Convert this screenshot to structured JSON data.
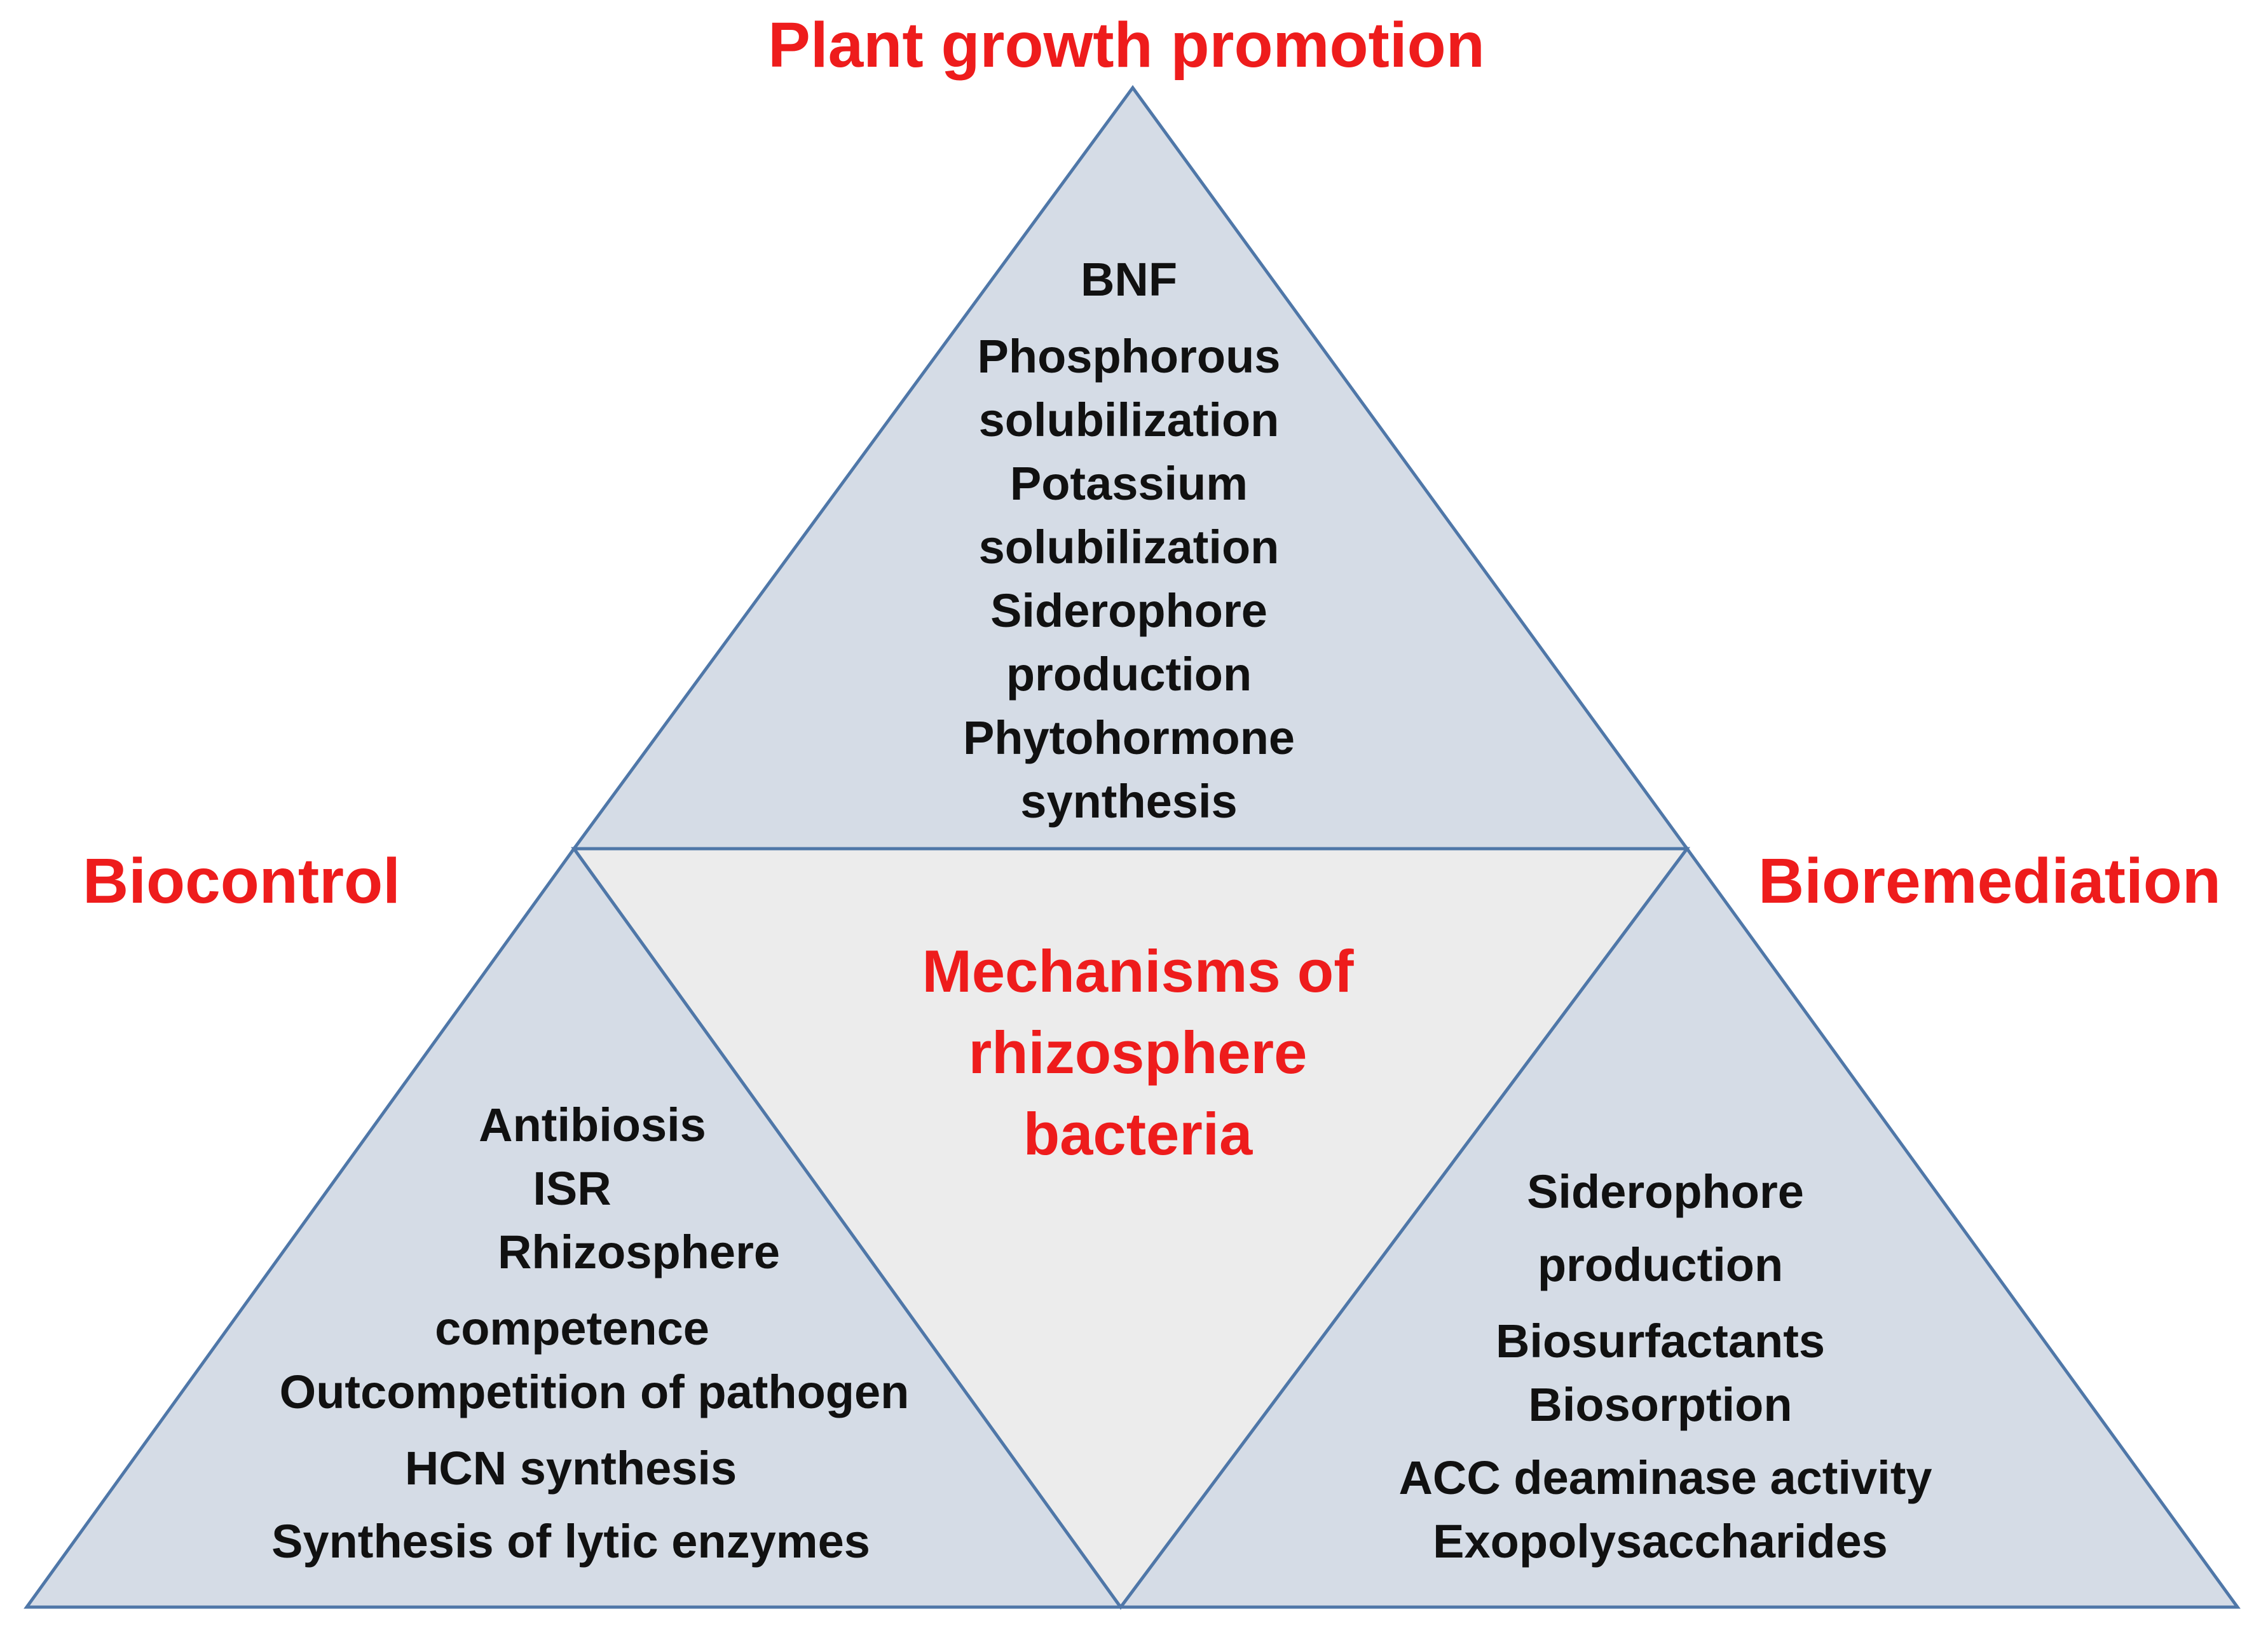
{
  "headings": {
    "top": "Plant growth promotion",
    "left": "Biocontrol",
    "right": "Bioremediation"
  },
  "center_title": [
    "Mechanisms of",
    "rhizosphere",
    "bacteria"
  ],
  "plant_growth_promotion": {
    "items": [
      "BNF",
      "Phosphorous",
      "solubilization",
      "Potassium",
      "solubilization",
      "Siderophore",
      "production",
      "Phytohormone",
      "synthesis"
    ]
  },
  "biocontrol": {
    "items": [
      "Antibiosis",
      "ISR",
      "Rhizosphere",
      "competence",
      "Outcompetition of pathogen",
      "HCN synthesis",
      "Synthesis of lytic enzymes"
    ]
  },
  "bioremediation": {
    "items": [
      "Siderophore",
      "production",
      "Biosurfactants",
      "Biosorption",
      "ACC deaminase activity",
      "Exopolysaccharides"
    ]
  },
  "colors": {
    "heading": "#ee1c1c",
    "triangle_fill": "#d5dce6",
    "center_fill": "#ececec",
    "outline": "#4f77a8",
    "text": "#111111"
  }
}
